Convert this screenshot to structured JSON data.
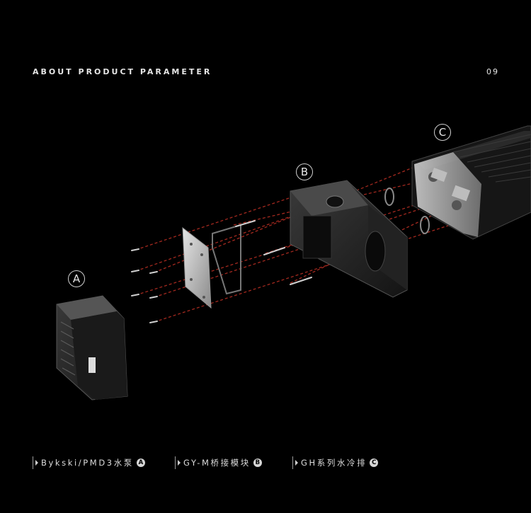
{
  "header": {
    "title": "ABOUT PRODUCT PARAMETER",
    "page_number": "09"
  },
  "callouts": {
    "a": "A",
    "b": "B",
    "c": "C"
  },
  "legend": [
    {
      "label": "Bykski/PMD3水泵",
      "badge": "A"
    },
    {
      "label": "GY-M桥接模块",
      "badge": "B"
    },
    {
      "label": "GH系列水冷排",
      "badge": "C"
    }
  ],
  "colors": {
    "background": "#000000",
    "guide_line": "#a3291f"
  }
}
